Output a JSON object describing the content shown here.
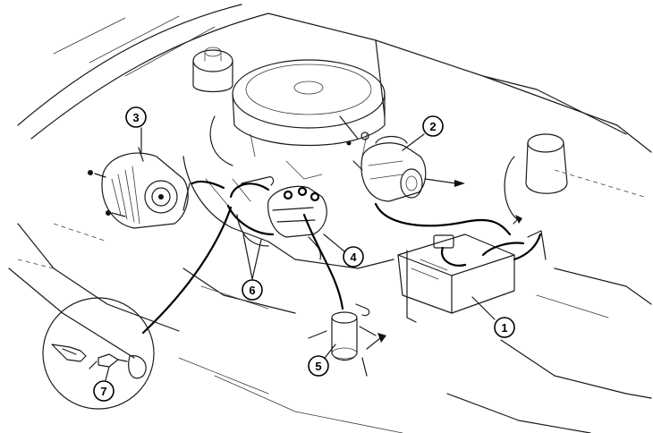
{
  "callouts": {
    "battery": "1",
    "starter": "2",
    "alternator": "3",
    "distributor": "4",
    "ignition_coil": "5",
    "spark_plug_wires": "6",
    "spark_plug": "7"
  }
}
